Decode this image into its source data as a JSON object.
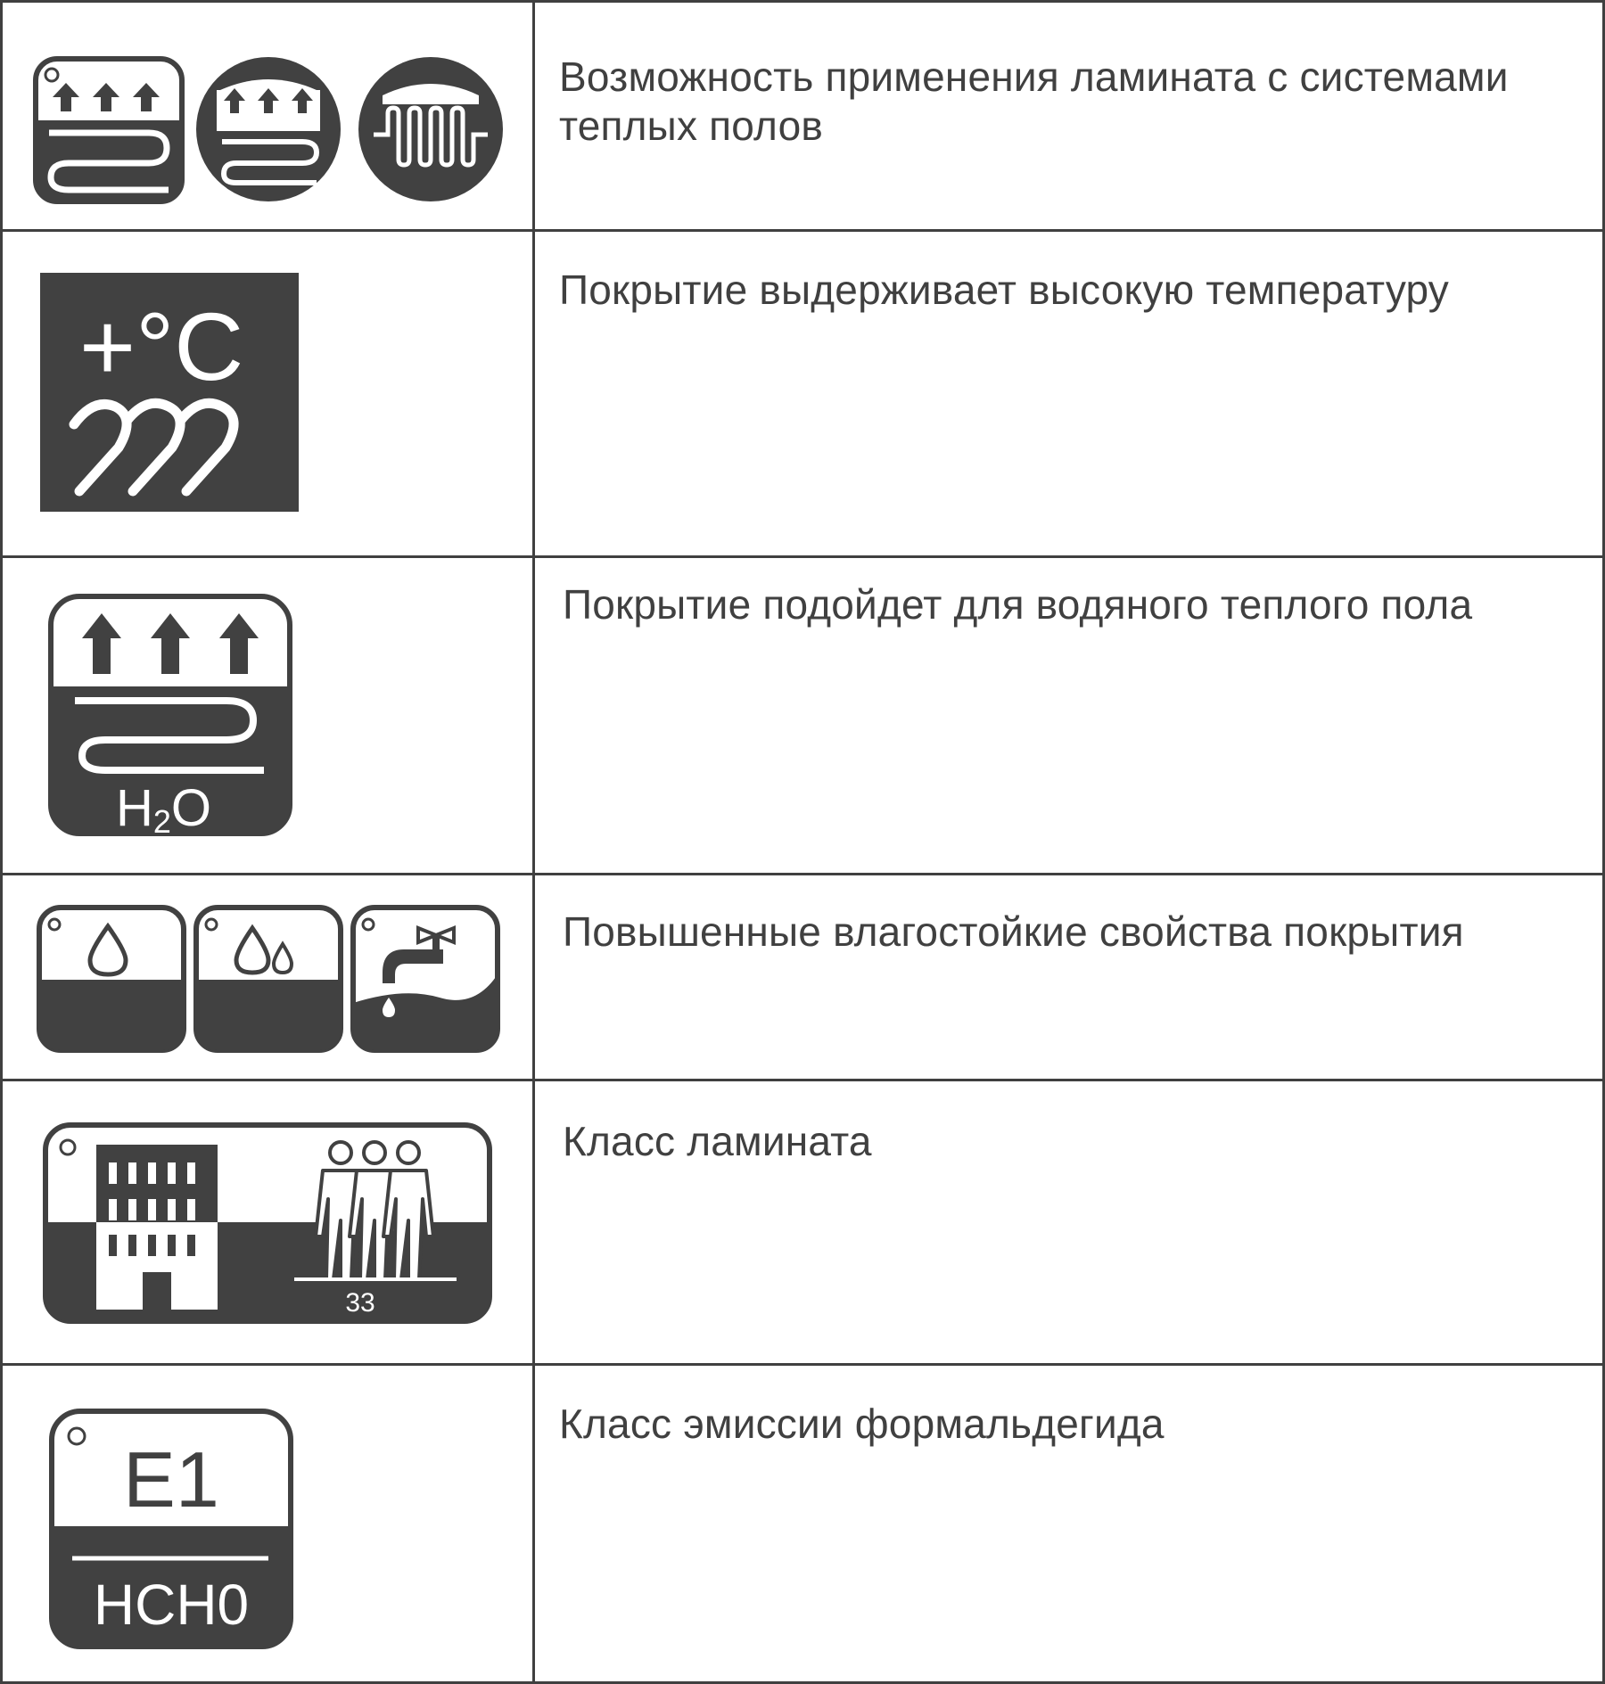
{
  "colors": {
    "dark": "#414141",
    "line": "#404040",
    "background": "#ffffff"
  },
  "rows": [
    {
      "icons": [
        "underfloor-heating-square-icon",
        "underfloor-heating-round-icon",
        "heating-coil-round-icon"
      ],
      "text": "Возможность применения ламината с системами теплых полов"
    },
    {
      "icons": [
        "high-temperature-icon"
      ],
      "symbol": "+°C",
      "text": "Покрытие выдерживает высокую температуру"
    },
    {
      "icons": [
        "water-heated-floor-icon"
      ],
      "symbol_main": "H",
      "symbol_sub": "2",
      "symbol_end": "O",
      "text": "Покрытие подойдет для водяного теплого пола"
    },
    {
      "icons": [
        "single-drop-icon",
        "two-drops-icon",
        "water-tap-icon"
      ],
      "text": "Повышенные влагостойкие свойства покрытия"
    },
    {
      "icons": [
        "commercial-use-class-icon"
      ],
      "class_number": "33",
      "text": "Класс ламината"
    },
    {
      "icons": [
        "formaldehyde-emission-icon"
      ],
      "emission_class": "E1",
      "compound": "HCH0",
      "text": "Класс эмиссии формальдегида"
    }
  ]
}
